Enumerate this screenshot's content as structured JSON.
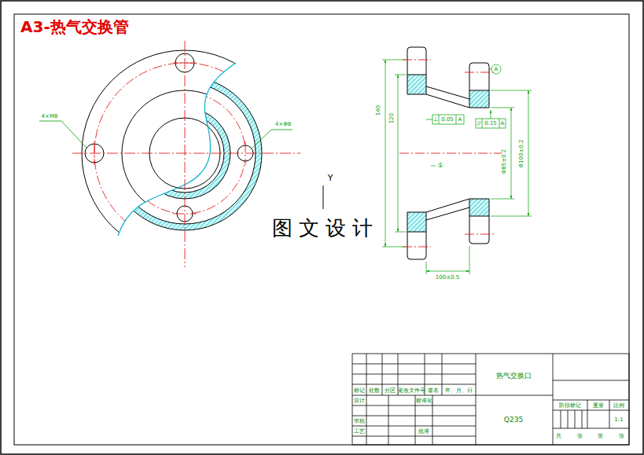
{
  "diagram": {
    "title": "A3-热气交换管",
    "labels": [
      "4×M8",
      "4×Φ8",
      "图 文 设 计",
      "Y",
      "140",
      "120",
      "⊥",
      "0.05",
      "A",
      "//",
      "0.15",
      "A",
      "A",
      "①",
      "Φ85±0.2",
      "Φ100±0.2",
      "100±0.5",
      "热气交换口",
      "Q235",
      "标记",
      "处数",
      "分区",
      "更改文件号",
      "签名",
      "年、月、日",
      "设计",
      "标准化",
      "审核",
      "工艺",
      "批准",
      "阶段标记",
      "重量",
      "比例",
      "1:1",
      "共",
      "张",
      "第",
      "张"
    ]
  }
}
